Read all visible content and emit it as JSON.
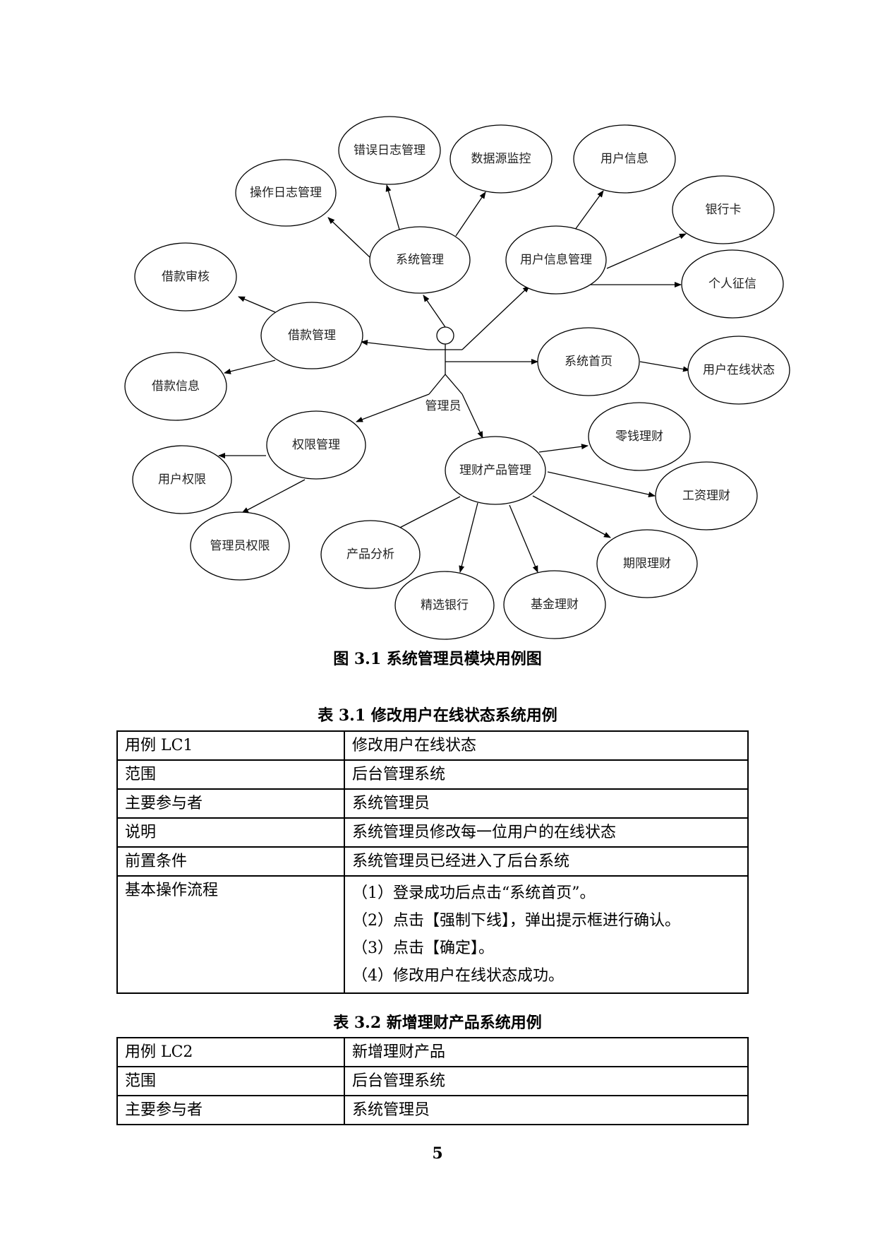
{
  "diagram": {
    "actor": "管理员",
    "nodes": {
      "sys_mgmt": "系统管理",
      "op_log": "操作日志管理",
      "err_log": "错误日志管理",
      "ds_monitor": "数据源监控",
      "user_info_mgmt": "用户信息管理",
      "user_info": "用户信息",
      "bank_card": "银行卡",
      "credit": "个人征信",
      "loan_mgmt": "借款管理",
      "loan_audit": "借款审核",
      "loan_info": "借款信息",
      "home": "系统首页",
      "online_status": "用户在线状态",
      "perm_mgmt": "权限管理",
      "user_perm": "用户权限",
      "admin_perm": "管理员权限",
      "fin_mgmt": "理财产品管理",
      "change_fin": "零钱理财",
      "salary_fin": "工资理财",
      "term_fin": "期限理财",
      "fund_fin": "基金理财",
      "select_bank": "精选银行",
      "prod_analysis": "产品分析"
    },
    "caption": "图 3.1 系统管理员模块用例图"
  },
  "table1": {
    "caption": "表 3.1 修改用户在线状态系统用例",
    "rows": [
      {
        "k": "用例 LC1",
        "v": "修改用户在线状态"
      },
      {
        "k": "范围",
        "v": "后台管理系统"
      },
      {
        "k": "主要参与者",
        "v": "系统管理员"
      },
      {
        "k": "说明",
        "v": "系统管理员修改每一位用户的在线状态"
      },
      {
        "k": "前置条件",
        "v": "系统管理员已经进入了后台系统"
      }
    ],
    "flow_label": "基本操作流程",
    "steps": [
      "（1）登录成功后点击“系统首页”。",
      "（2）点击【强制下线】，弹出提示框进行确认。",
      "（3）点击【确定】。",
      "（4）修改用户在线状态成功。"
    ]
  },
  "table2": {
    "caption": "表 3.2 新增理财产品系统用例",
    "rows": [
      {
        "k": "用例 LC2",
        "v": "新增理财产品"
      },
      {
        "k": "范围",
        "v": "后台管理系统"
      },
      {
        "k": "主要参与者",
        "v": "系统管理员"
      }
    ]
  },
  "page_number": "5"
}
